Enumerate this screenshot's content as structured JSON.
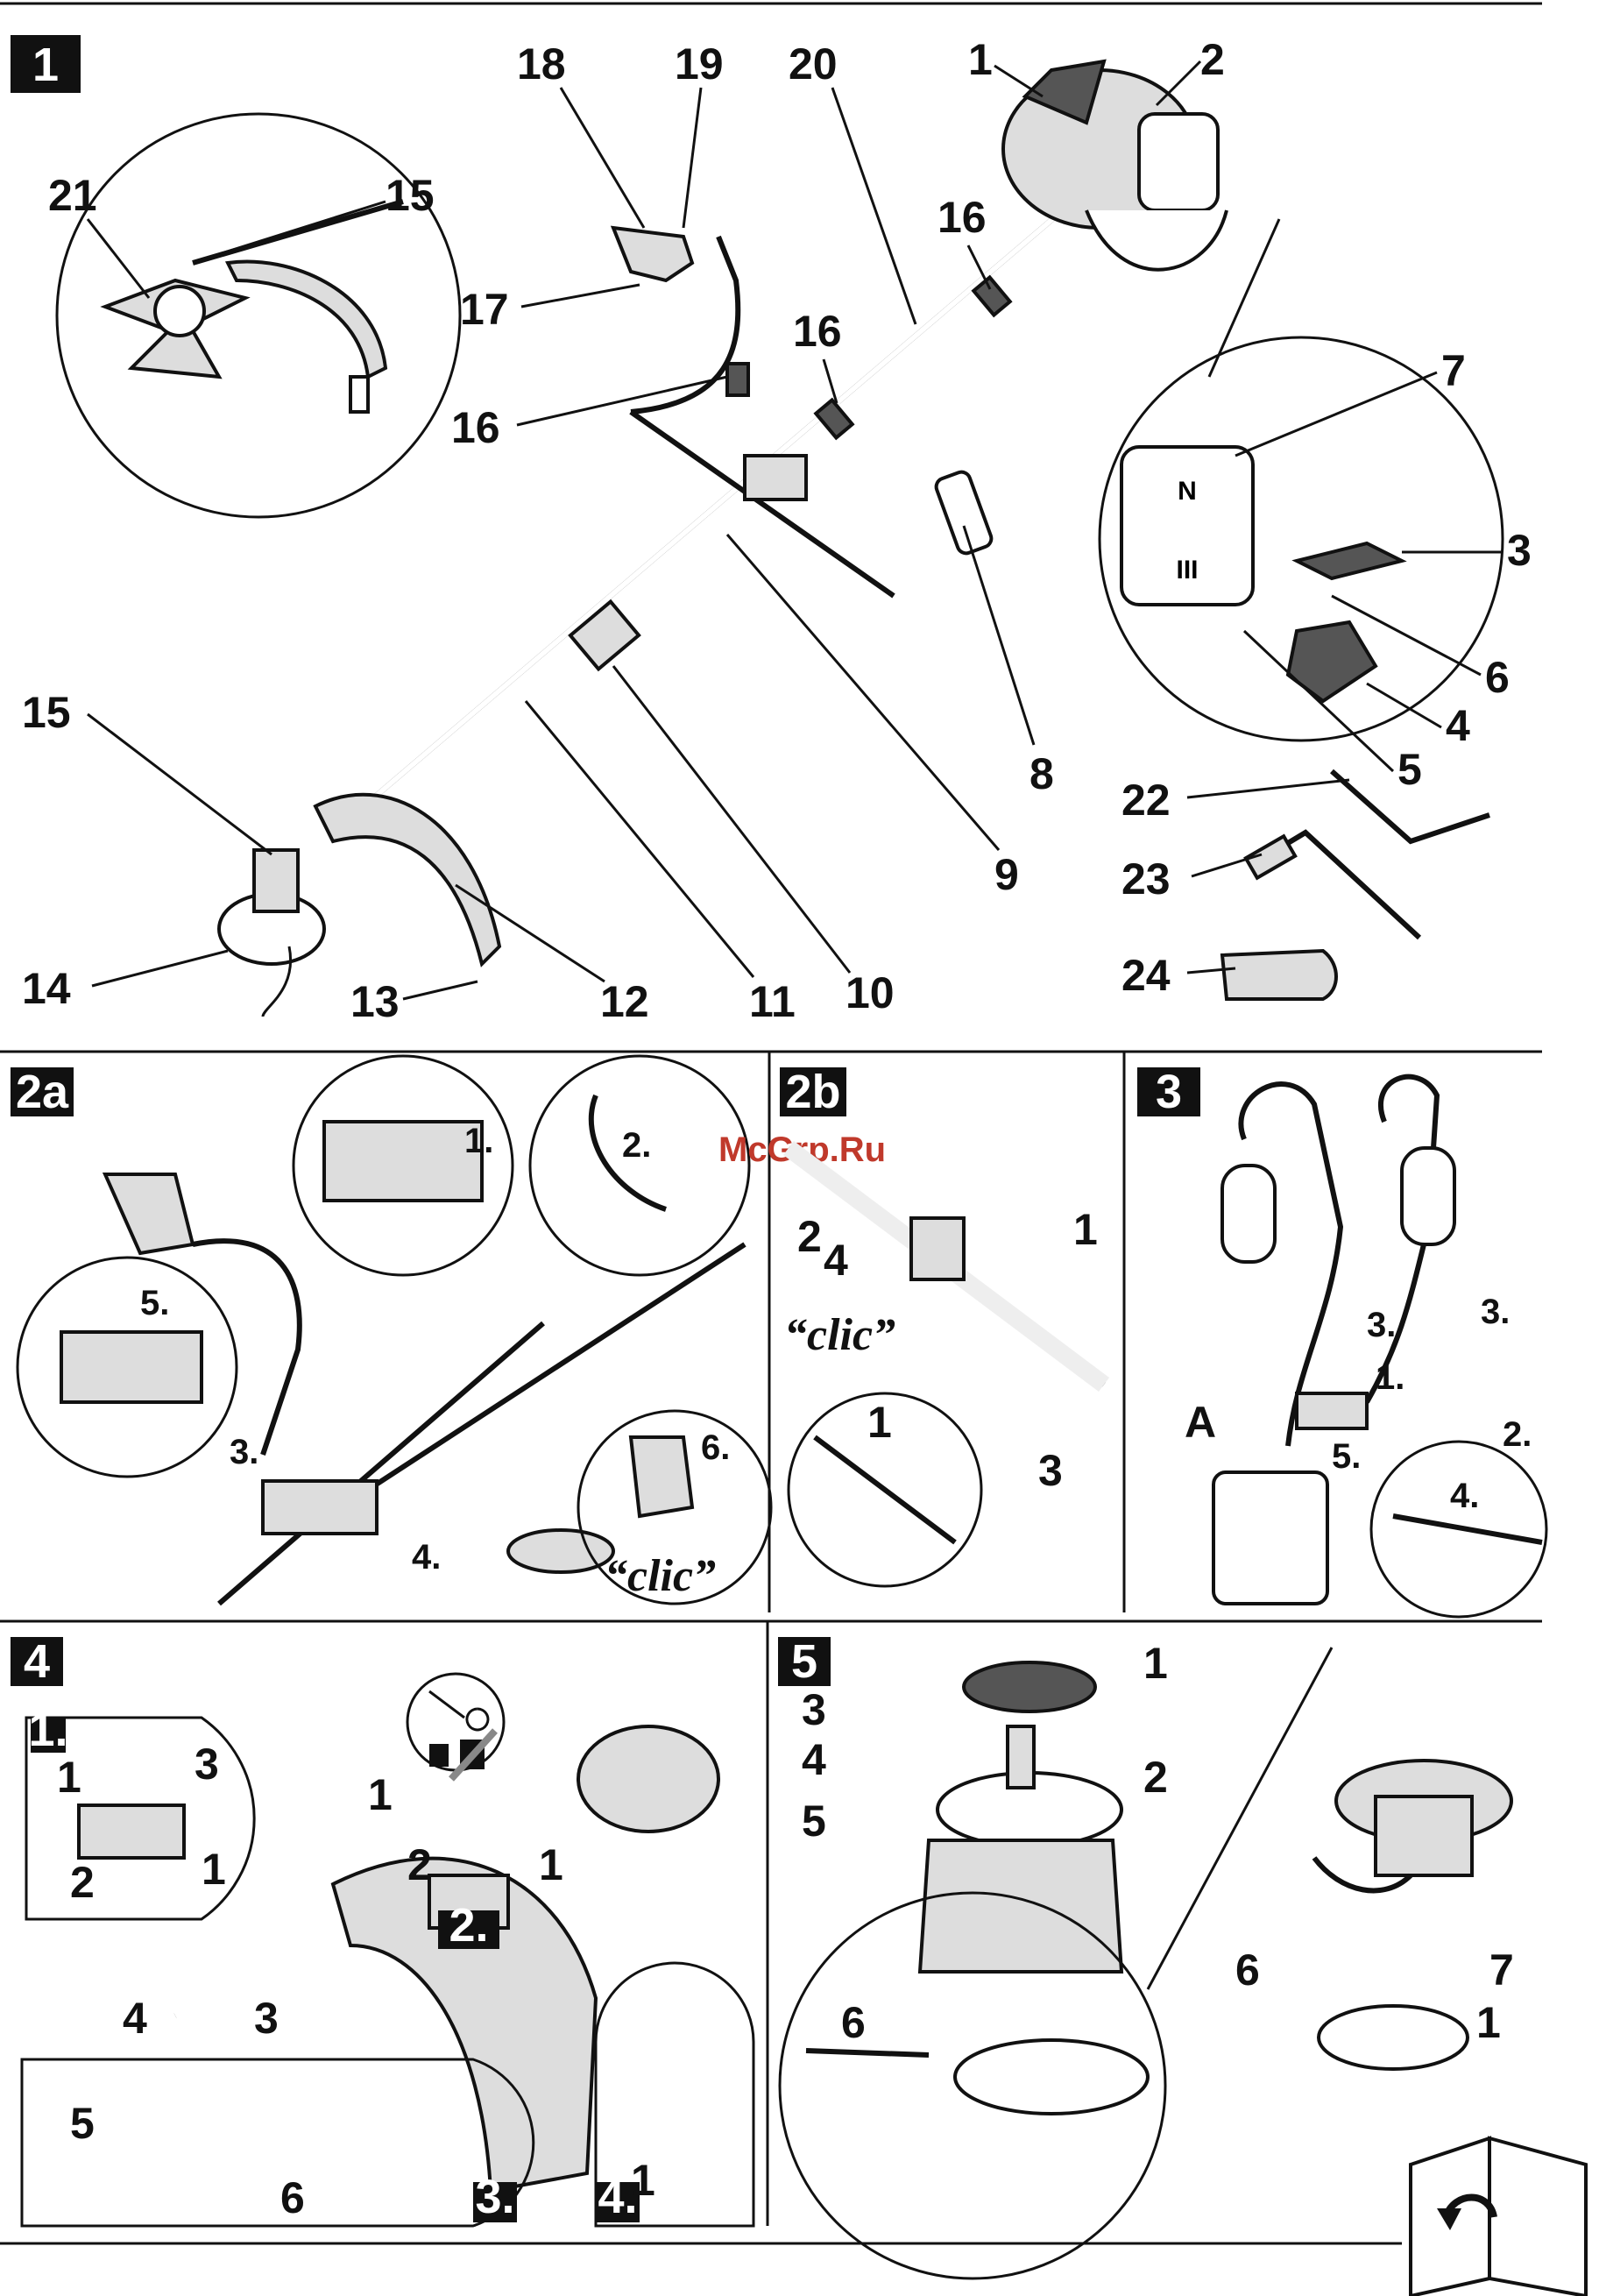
{
  "watermark": "McGrp.Ru",
  "panels": {
    "p1": {
      "tag": "1",
      "callouts": [
        "1",
        "2",
        "3",
        "4",
        "5",
        "6",
        "7",
        "8",
        "9",
        "10",
        "11",
        "12",
        "13",
        "14",
        "15",
        "15",
        "16",
        "16",
        "16",
        "16",
        "17",
        "18",
        "19",
        "20",
        "21",
        "22",
        "23",
        "24"
      ]
    },
    "p2a": {
      "tag": "2a",
      "steps": [
        "1.",
        "2.",
        "3.",
        "4.",
        "5.",
        "6."
      ],
      "clic": "“clic”"
    },
    "p2b": {
      "tag": "2b",
      "callouts": [
        "1",
        "2",
        "3",
        "4",
        "1"
      ],
      "clic": "“clic”"
    },
    "p3": {
      "tag": "3",
      "steps": [
        "1.",
        "2.",
        "3.",
        "3.",
        "4.",
        "5."
      ],
      "label_a": "A"
    },
    "p4": {
      "tag": "4",
      "steps": [
        "1.",
        "2.",
        "3.",
        "4."
      ],
      "callouts": [
        "1",
        "1",
        "1",
        "1",
        "1",
        "1",
        "2",
        "2",
        "3",
        "3",
        "4",
        "5",
        "6"
      ]
    },
    "p5": {
      "tag": "5",
      "callouts": [
        "1",
        "1",
        "2",
        "3",
        "4",
        "5",
        "6",
        "6",
        "7"
      ]
    }
  },
  "icons": [
    "book-page-turn-icon",
    "wrench-icon",
    "weight-icon",
    "crossed-weight-icon"
  ]
}
